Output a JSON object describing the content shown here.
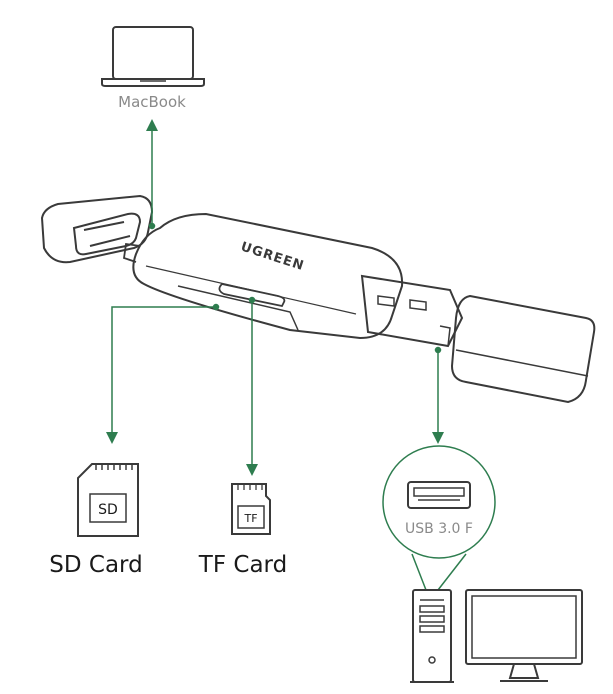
{
  "devices": {
    "macbook_label": "MacBook",
    "sd_card_label": "SD Card",
    "sd_card_icon_text": "SD",
    "tf_card_label": "TF Card",
    "tf_card_icon_text": "TF",
    "usb_port_label": "USB 3.0 F"
  },
  "reader": {
    "brand": "UGREEN"
  },
  "colors": {
    "arrow": "#2e7d4f",
    "outline": "#3a3a3a",
    "label_gray": "#8a8a8a"
  },
  "icons": [
    "laptop-icon",
    "sd-card-icon",
    "tf-card-icon",
    "usb-port-icon",
    "desktop-tower-icon",
    "monitor-icon"
  ]
}
